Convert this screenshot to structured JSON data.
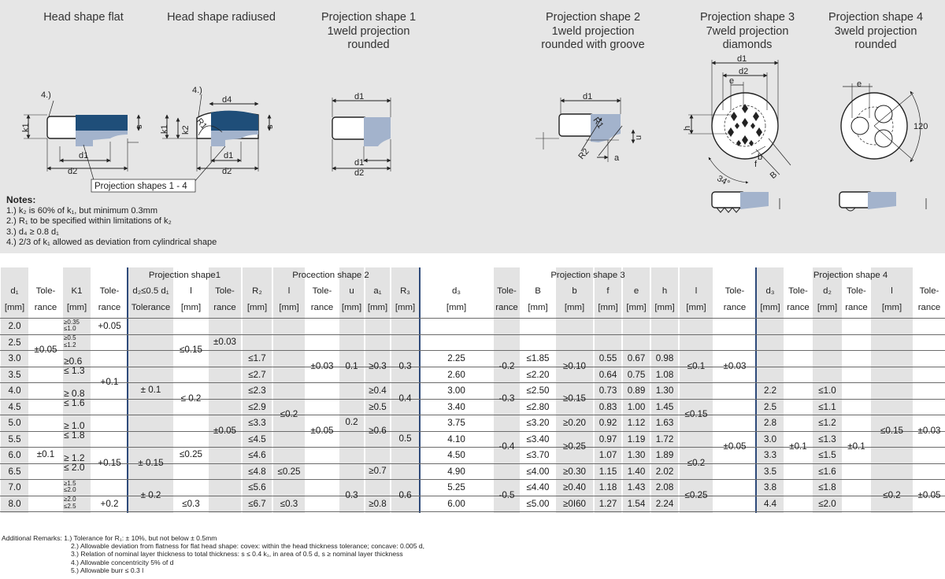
{
  "titles": {
    "flat": [
      "Head shape flat"
    ],
    "radiused": [
      "Head shape radiused"
    ],
    "p1": [
      "Projection shape 1",
      "1weld projection",
      "rounded"
    ],
    "p2": [
      "Projection shape 2",
      "1weld projection",
      "rounded with groove"
    ],
    "p3": [
      "Projection shape 3",
      "7weld projection",
      "diamonds"
    ],
    "p4": [
      "Projection shape 4",
      "3weld projection",
      "rounded"
    ]
  },
  "drawing_labels": {
    "flat": {
      "n4": "4.)",
      "k1": "k1",
      "s": "s",
      "d1": "d1",
      "d2": "d2"
    },
    "radiused": {
      "n4": "4.)",
      "d4": "d4",
      "k1": "k1",
      "k2": "k2",
      "r1": "R1",
      "s": "s",
      "d1": "d1",
      "d2": "d2"
    },
    "p1": {
      "d1": "d1",
      "d1b": "d1",
      "d2": "d2"
    },
    "p2": {
      "d1": "d1",
      "r1": "R1",
      "r2": "R2",
      "a": "a",
      "u": "u"
    },
    "p3": {
      "d1": "d1",
      "d2": "d2",
      "e": "e",
      "h": "h",
      "f": "f",
      "b": "b",
      "bB": "B",
      "angle": "34°"
    },
    "p4": {
      "e": "e",
      "angle": "120"
    },
    "callout": "Projection shapes 1 - 4"
  },
  "notes": {
    "title": "Notes:",
    "lines": [
      "1.) k₂ is 60% of k₁, but minimum 0.3mm",
      "2.) R₁ to be specified within limitations of k₂",
      "3.) d₄ ≥ 0.8 d₁",
      "4.) 2/3 of k₁ allowed as deviation from cylindrical shape"
    ]
  },
  "table": {
    "groups": [
      "Projection shape1",
      "Procection shape 2",
      "Projection shape 3",
      "Projection shape 4"
    ],
    "header_row1": [
      "d₁",
      "Tole-",
      "K1",
      "Tole-",
      "d₂≤0.5 d₁",
      "l",
      "Tole-",
      "R₂",
      "l",
      "Tole-",
      "u",
      "a₁",
      "R₃",
      "d₃",
      "Tole-",
      "B",
      "b",
      "f",
      "e",
      "h",
      "l",
      "Tole-",
      "d₃",
      "Tole-",
      "d₂",
      "Tole-",
      "l",
      "Tole-"
    ],
    "header_row2": [
      "[mm]",
      "rance",
      "[mm]",
      "rance",
      "Tolerance",
      "[mm]",
      "rance",
      "[mm]",
      "[mm]",
      "rance",
      "[mm]",
      "[mm]",
      "[mm]",
      "[mm]",
      "rance",
      "[mm]",
      "[mm]",
      "[mm]",
      "[mm]",
      "[mm]",
      "[mm]",
      "rance",
      "[mm]",
      "rance",
      "[mm]",
      "rance",
      "[mm]",
      "rance"
    ],
    "d1": [
      "2.0",
      "2.5",
      "3.0",
      "3.5",
      "4.0",
      "4.5",
      "5.0",
      "5.5",
      "6.0",
      "6.5",
      "7.0",
      "8.0"
    ],
    "d1_tol": [
      "±0.05",
      "±0.1"
    ],
    "k1": [
      [
        "≥0.35",
        "≤1.0"
      ],
      [
        "≥0.5",
        "≤1.2"
      ],
      [
        "≥0.6",
        "≤ 1.3"
      ],
      [
        "≥ 0.8",
        "≤ 1.6"
      ],
      [
        "≥ 1.0",
        "≤ 1.8"
      ],
      [
        "≥ 1.2",
        "≤ 2.0"
      ],
      [
        "≥1.5",
        "≤2.0"
      ],
      [
        "≥2.0",
        "≤2.5"
      ]
    ],
    "k1_tol": [
      "+0.05",
      "+0.1",
      "+0.15",
      "+0.2"
    ],
    "p1_tol": [
      "± 0.1",
      "± 0.15",
      "± 0.2"
    ],
    "p1_l": [
      "≤0.15",
      "≤ 0.2",
      "≤0.25",
      "≤0.3"
    ],
    "p1_ltol": [
      "±0.03",
      "±0.05"
    ],
    "r2": [
      "≤1.7",
      "≤2.7",
      "≤2.3",
      "≤2.9",
      "≤3.3",
      "≤4.5",
      "≤4.6",
      "≤4.8",
      "≤5.6",
      "≤6.7"
    ],
    "p2_l": [
      "≤0.2",
      "≤0.25",
      "≤0.3"
    ],
    "p2_tol": [
      "±0.03",
      "±0.05"
    ],
    "u": [
      "0.1",
      "0.2",
      "0.3"
    ],
    "a1": [
      "≥0.3",
      "≥0.4",
      "≥0.5",
      "≥0.6",
      "≥0.7",
      "≥0.8"
    ],
    "r3": [
      "0.3",
      "0.4",
      "0.5",
      "0.6"
    ],
    "d3": [
      "2.25",
      "2.60",
      "3.00",
      "3.40",
      "3.75",
      "4.10",
      "4.50",
      "4.90",
      "5.25",
      "6.00"
    ],
    "d3_tol": [
      "-0.2",
      "-0.3",
      "-0.4",
      "-0.5"
    ],
    "B": [
      "≤1.85",
      "≤2.20",
      "≤2.50",
      "≤2.80",
      "≤3.20",
      "≤3.40",
      "≤3.70",
      "≤4.00",
      "≤4.40",
      "≤5.00"
    ],
    "b": [
      "≥0.10",
      "≥0.15",
      "≥0.20",
      "≥0.25",
      "≥0.30",
      "≥0.40",
      "≥0Ι60"
    ],
    "f": [
      "0.55",
      "0.64",
      "0.73",
      "0.83",
      "0.92",
      "0.97",
      "1.07",
      "1.15",
      "1.18",
      "1.27"
    ],
    "e": [
      "0.67",
      "0.75",
      "0.89",
      "1.00",
      "1.12",
      "1.19",
      "1.30",
      "1.40",
      "1.43",
      "1.54"
    ],
    "h": [
      "0.98",
      "1.08",
      "1.30",
      "1.45",
      "1.63",
      "1.72",
      "1.89",
      "2.02",
      "2.08",
      "2.24"
    ],
    "p3_l": [
      "≤0.1",
      "≤0.15",
      "≤0.2",
      "≤0.25"
    ],
    "p3_tol": [
      "±0.03",
      "±0.05"
    ],
    "p4_d3": [
      "2.2",
      "2.5",
      "2.8",
      "3.0",
      "3.3",
      "3.5",
      "3.8",
      "4.4"
    ],
    "p4_d3_tol": [
      "±0.1"
    ],
    "p4_d2": [
      "≤1.0",
      "≤1.1",
      "≤1.2",
      "≤1.3",
      "≤1.5",
      "≤1.6",
      "≤1.8",
      "≤2.0"
    ],
    "p4_d2_tol": [
      "±0.1"
    ],
    "p4_l": [
      "≤0.15",
      "≤0.2"
    ],
    "p4_tol": [
      "±0.03",
      "±0.05"
    ]
  },
  "remarks": [
    "Additional Remarks: 1.) Tolerance for R₁: ± 10%, but not below ± 0.5mm",
    "2.) Allowable deviation from flatness for flat head shape: covex: within the head thickness tolerance; concave: 0.005 d,",
    "3.) Relation of nominal layer thickness to total thickness: s ≤ 0.4 k₁, in area of 0.5 d, s ≥ nominal layer thickness",
    "4.) Allowable concentricity 5% of d",
    "5.) Allowable burr ≤ 0.3 l"
  ],
  "colors": {
    "panel": "#e6e6e6",
    "dark_blue": "#1f4e79",
    "light_blue": "#a3b3cc",
    "column_shade": "#e3e3e3",
    "group_line": "#2e4a7a"
  }
}
